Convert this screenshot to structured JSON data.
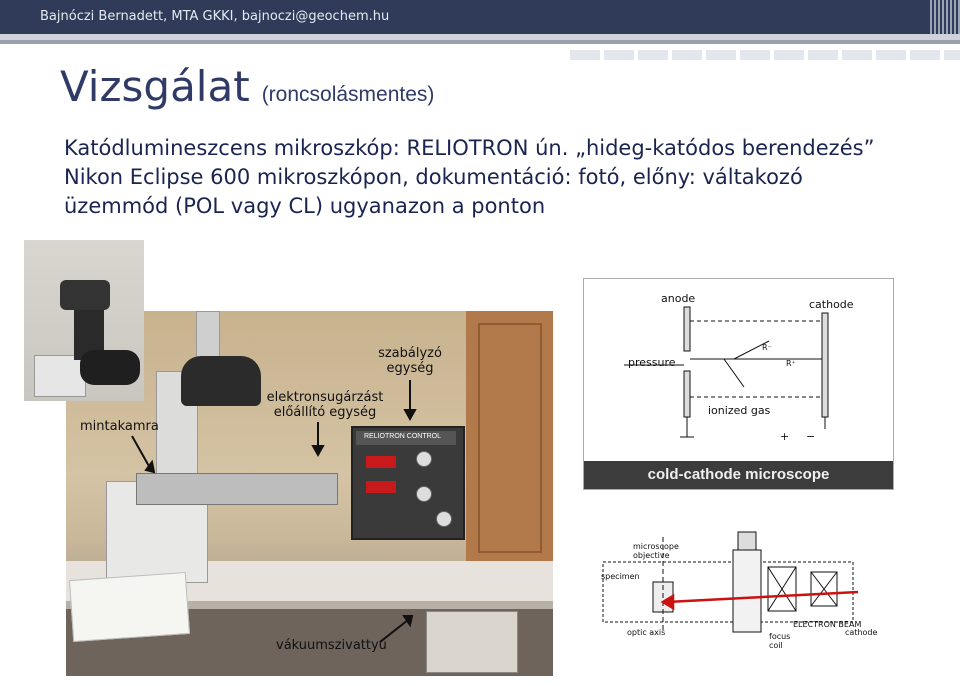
{
  "header": {
    "author_line": "Bajnóczi Bernadett, MTA GKKI, bajnoczi@geochem.hu"
  },
  "slide": {
    "title": "Vizsgálat",
    "subtitle": "(roncsolásmentes)",
    "lines": [
      "Katódlumineszcens mikroszkóp: RELIOTRON ún. „hideg-katódos berendezés”",
      "Nikon Eclipse 600 mikroszkópon, dokumentáció: fotó, előny: váltakozó",
      "üzemmód (POL vagy CL) ugyanazon a ponton"
    ]
  },
  "photo": {
    "labels": {
      "sample_chamber": "mintakamra",
      "electron_beam_line1": "elektronsugárzást",
      "electron_beam_line2": "előállító egység",
      "controller_line1": "szabályzó",
      "controller_line2": "egység",
      "vacuum_pump": "vákuumszivattyú"
    },
    "controller_panel_text": "RELIOTRON CONTROL"
  },
  "diagram_top": {
    "anode": "anode",
    "cathode": "cathode",
    "pressure": "pressure",
    "r_minus": "R⁻",
    "r_plus": "R⁺",
    "ionized_gas": "ionized gas",
    "plus": "+",
    "minus": "−",
    "caption": "cold-cathode microscope"
  },
  "diagram_bottom": {
    "microscope_objective_line1": "microscope",
    "microscope_objective_line2": "objective",
    "specimen": "specimen",
    "electron_beam": "ELECTRON BEAM",
    "optic_axis": "optic axis",
    "focus_coil_line1": "focus",
    "focus_coil_line2": "coil",
    "cathode": "cathode"
  },
  "colors": {
    "header_bar": "#2f3b58",
    "title": "#2f3b66",
    "body_text": "#1a2450",
    "beam_arrow": "#cc1111"
  }
}
